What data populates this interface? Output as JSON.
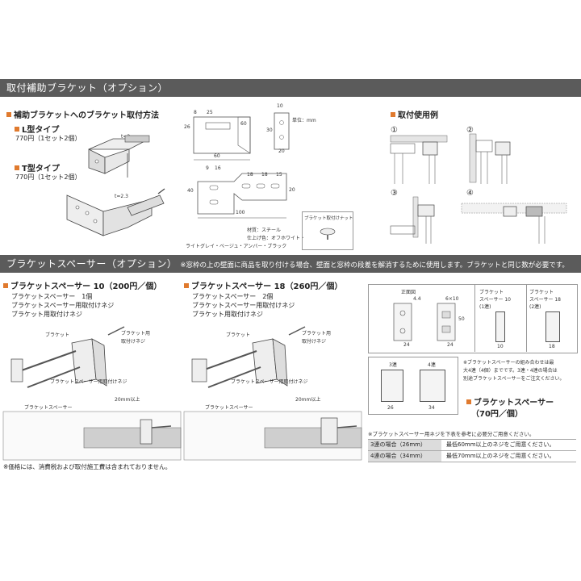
{
  "sec1": {
    "title": "取付補助ブラケット（オプション）"
  },
  "left": {
    "heading": "補助ブラケットへのブラケット取付方法",
    "l_type": "L型タイプ",
    "l_price": "770円（1セット2個）",
    "t_type": "T型タイプ",
    "t_price": "770円（1セット2個）",
    "t2": "t=2",
    "t23": "t=2.3"
  },
  "dims": {
    "unit": "単位：mm",
    "d8": "8",
    "d25": "25",
    "d60a": "60",
    "d26": "26",
    "d60b": "60",
    "d10": "10",
    "d30": "30",
    "d20": "20",
    "d9": "9",
    "d16": "16",
    "d18a": "18",
    "d18b": "18",
    "d15": "15",
    "d40": "40",
    "d100": "100",
    "d20b": "20",
    "material": "材質：スチール",
    "finish": "仕上げ色：オフホワイト・",
    "colors": "ライトグレイ・ベージュ・アンバー・ブラック",
    "nut_label": "ブラケット取付けナット"
  },
  "examples": {
    "heading": "取付使用例",
    "n1": "①",
    "n2": "②",
    "n3": "③",
    "n4": "④"
  },
  "sec2": {
    "title": "ブラケットスペーサー（オプション）",
    "note": "※窓枠の上の壁面に商品を取り付ける場合、壁面と窓枠の段差を解消するために使用します。ブラケットと同じ数が必要です。"
  },
  "sp10": {
    "heading": "ブラケットスペーサー 10（200円／個）",
    "items": [
      "ブラケットスペーサー　1個",
      "ブラケットスペーサー用取付けネジ",
      "ブラケット用取付けネジ"
    ],
    "callout_screw": "ブラケット用",
    "callout_screw2": "取付けネジ",
    "callout_bracket": "ブラケット",
    "callout_spscrew": "ブラケットスペーサー用取付けネジ",
    "callout_spacer": "ブラケットスペーサー",
    "callout_20": "20mm以上"
  },
  "sp18": {
    "heading": "ブラケットスペーサー 18（260円／個）",
    "items": [
      "ブラケットスペーサー　2個",
      "ブラケットスペーサー用取付けネジ",
      "ブラケット用取付けネジ"
    ],
    "callout_screw": "ブラケット用",
    "callout_screw2": "取付けネジ",
    "callout_bracket": "ブラケット",
    "callout_spscrew": "ブラケットスペーサー用取付けネジ",
    "callout_spacer": "ブラケットスペーサー",
    "callout_20": "20mm以上"
  },
  "right": {
    "front": "正面図",
    "d44": "4.4",
    "d610": "6×10",
    "d50": "50",
    "d24a": "24",
    "d24b": "24",
    "sp10a": "ブラケット",
    "sp10b": "スペーサー 10",
    "sp10c": "(1連)",
    "d10": "10",
    "sp18a": "ブラケット",
    "sp18b": "スペーサー 18",
    "sp18c": "(2連)",
    "d18": "18",
    "r3": "3連",
    "r4": "4連",
    "d26": "26",
    "d34": "34",
    "combo1": "※ブラケットスペーサーの組み合わせは最",
    "combo2": "大4連（4個）までです。3連・4連の場合は",
    "combo3": "別途ブラケットスペーサーをご注文ください。",
    "price_head": "ブラケットスペーサー",
    "price": "（70円／個）",
    "screw_note": "※ブラケットスペーサー用ネジを下表を参考に必要分ご用意ください。",
    "rows": [
      {
        "a": "3連の場合（26mm）",
        "b": "最低60mm以上のネジをご用意ください。"
      },
      {
        "a": "4連の場合（34mm）",
        "b": "最低70mm以上のネジをご用意ください。"
      }
    ]
  },
  "footer": "※価格には、消費税および取付施工費は含まれておりません。"
}
